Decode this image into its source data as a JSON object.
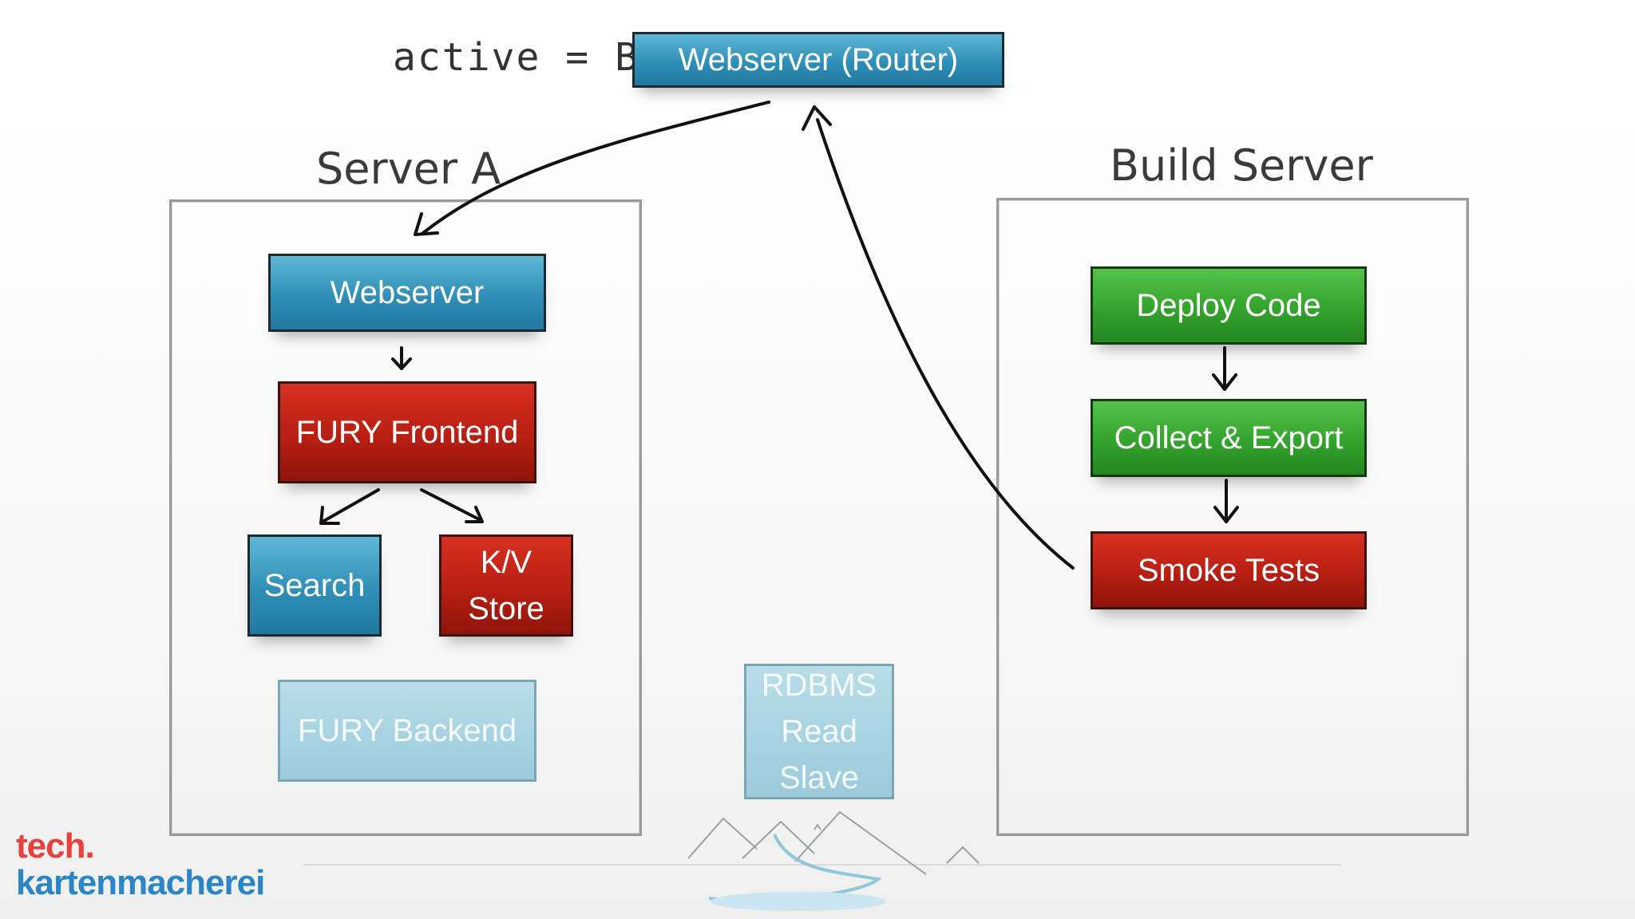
{
  "header": {
    "active_label": "active = B"
  },
  "router": {
    "label": "Webserver (Router)"
  },
  "server_a": {
    "title": "Server A",
    "webserver": "Webserver",
    "fury_frontend": "FURY Frontend",
    "search": "Search",
    "kv_store": "K/V Store",
    "fury_backend": "FURY Backend"
  },
  "rdbms": {
    "line1": "RDBMS",
    "line2": "Read Slave"
  },
  "build_server": {
    "title": "Build Server",
    "deploy_code": "Deploy Code",
    "collect_export": "Collect & Export",
    "smoke_tests": "Smoke Tests"
  },
  "logo": {
    "line1": "tech.",
    "line2": "kartenmacherei"
  },
  "colors": {
    "blue": "#2f8fb6",
    "red": "#b71f12",
    "green": "#34a32d",
    "pale_blue": "#a8d3e2",
    "logo_red": "#e8413b",
    "logo_blue": "#2b86c8"
  }
}
